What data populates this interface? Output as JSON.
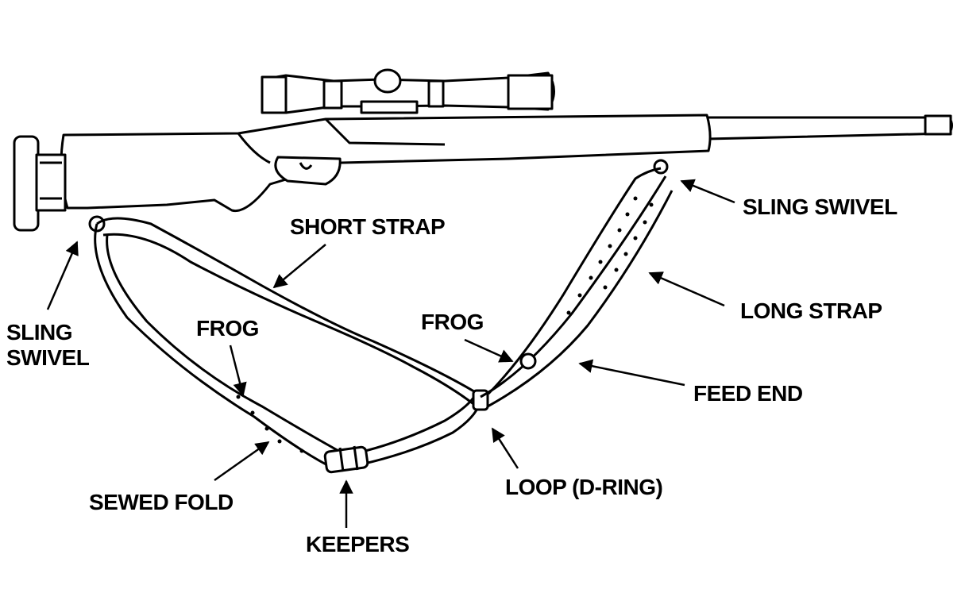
{
  "labels": {
    "sling_swivel_right": "SLING SWIVEL",
    "short_strap": "SHORT STRAP",
    "sling_swivel_left_line1": "SLING",
    "sling_swivel_left_line2": "SWIVEL",
    "frog_left": "FROG",
    "frog_right": "FROG",
    "long_strap": "LONG STRAP",
    "feed_end": "FEED END",
    "sewed_fold": "SEWED FOLD",
    "loop_d_ring": "LOOP (D-RING)",
    "keepers": "KEEPERS"
  }
}
